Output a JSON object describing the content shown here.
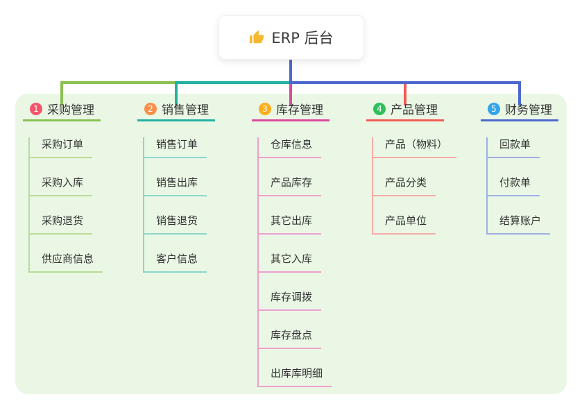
{
  "root": {
    "title": "ERP 后台",
    "icon": "thumbs-up",
    "icon_color": "#f5b82e",
    "trunk_color": "#4d68cd"
  },
  "panel": {
    "background": "#eaf7e5"
  },
  "branches": [
    {
      "badge": "1",
      "label": "采购管理",
      "badge_color": "#f4566c",
      "line_color": "#8bc152",
      "child_line_color": "#b9dc95",
      "children": [
        "采购订单",
        "采购入库",
        "采购退货",
        "供应商信息"
      ]
    },
    {
      "badge": "2",
      "label": "销售管理",
      "badge_color": "#f98f4a",
      "line_color": "#22b2a2",
      "child_line_color": "#8bd6cb",
      "children": [
        "销售订单",
        "销售出库",
        "销售退货",
        "客户信息"
      ]
    },
    {
      "badge": "3",
      "label": "库存管理",
      "badge_color": "#feae1b",
      "line_color": "#dc4a9d",
      "child_line_color": "#ef9fcd",
      "children": [
        "仓库信息",
        "产品库存",
        "其它出库",
        "其它入库",
        "库存调拨",
        "库存盘点",
        "出库库明细"
      ]
    },
    {
      "badge": "4",
      "label": "产品管理",
      "badge_color": "#2fbf5b",
      "line_color": "#f15b55",
      "child_line_color": "#f8aba5",
      "children": [
        "产品（物料）",
        "产品分类",
        "产品单位"
      ]
    },
    {
      "badge": "5",
      "label": "财务管理",
      "badge_color": "#36a4e9",
      "line_color": "#4d68cd",
      "child_line_color": "#9fafe2",
      "children": [
        "回款单",
        "付款单",
        "结算账户"
      ]
    }
  ]
}
